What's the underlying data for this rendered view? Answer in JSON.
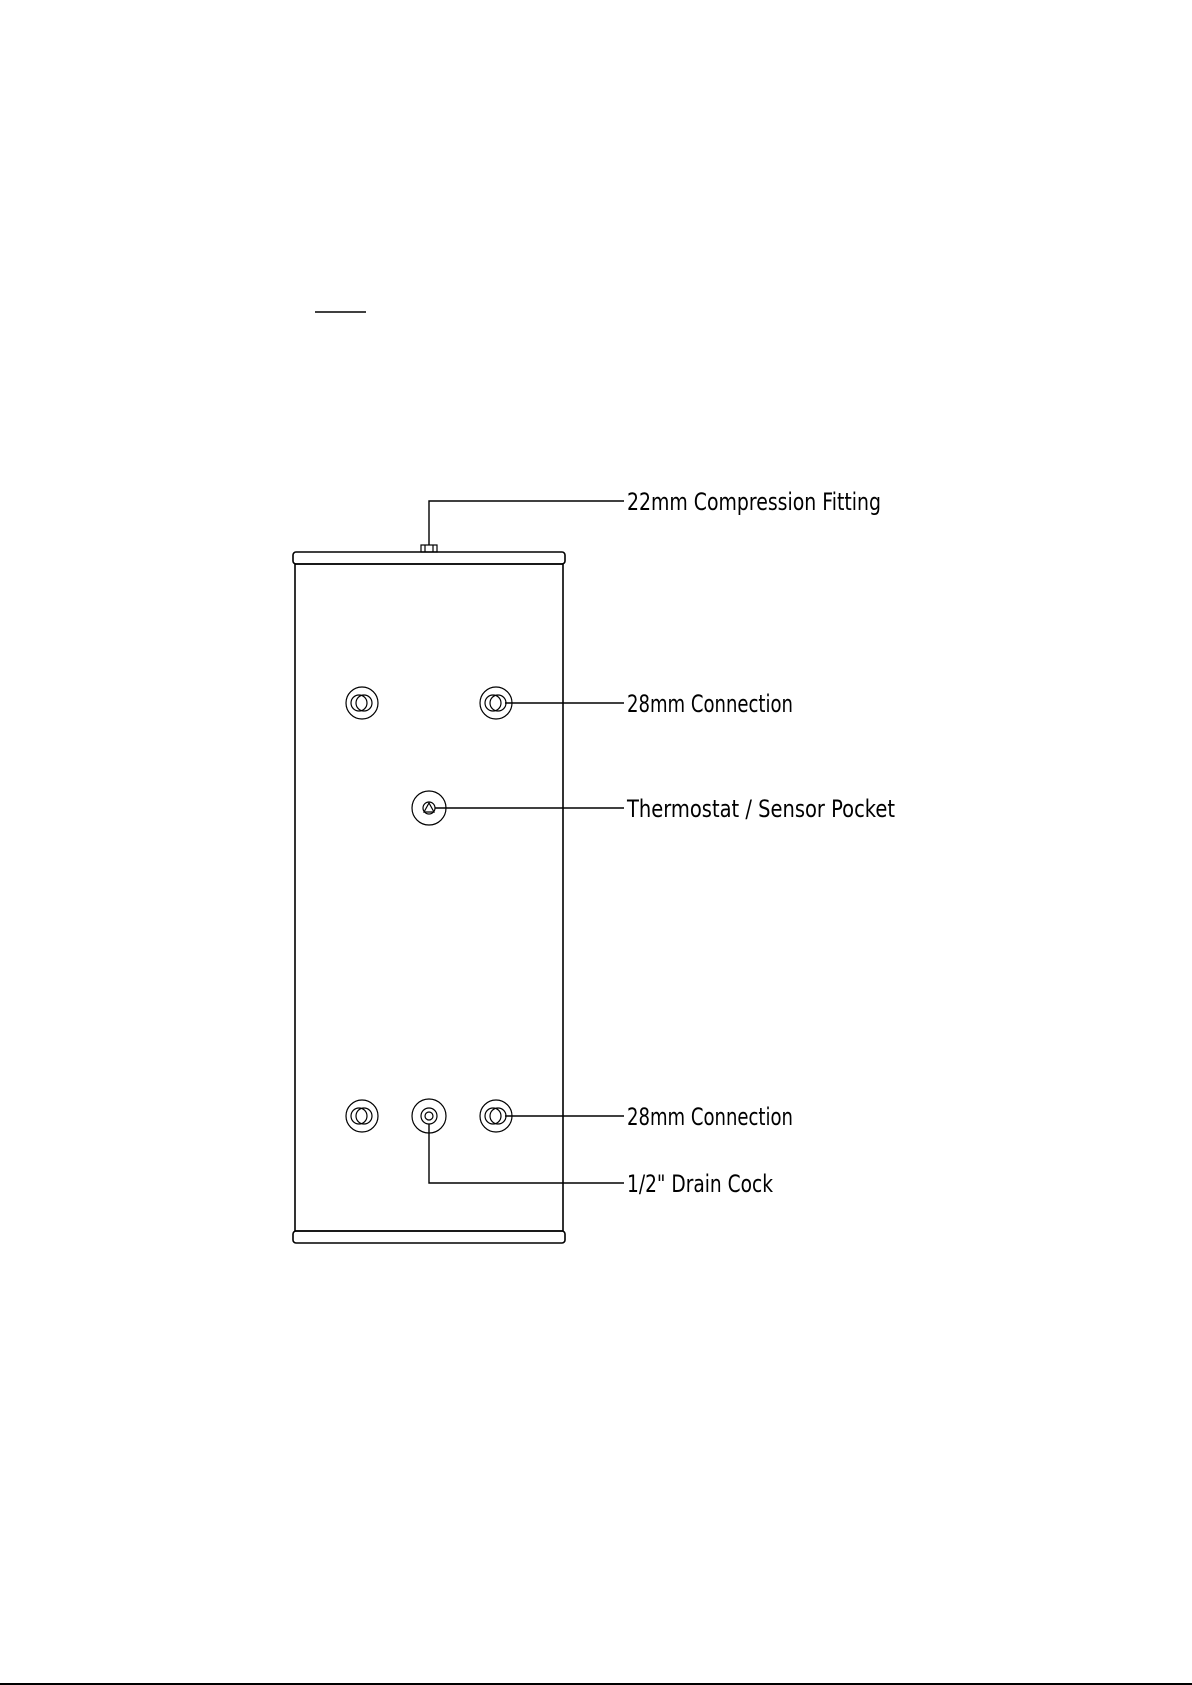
{
  "labels": {
    "compression_fitting": "22mm Compression Fitting",
    "connection_upper": "28mm Connection",
    "sensor_pocket": "Thermostat / Sensor Pocket",
    "connection_lower": "28mm Connection",
    "drain_cock": "1/2\" Drain Cock"
  },
  "colors": {
    "line": "#000000",
    "background": "#ffffff"
  }
}
